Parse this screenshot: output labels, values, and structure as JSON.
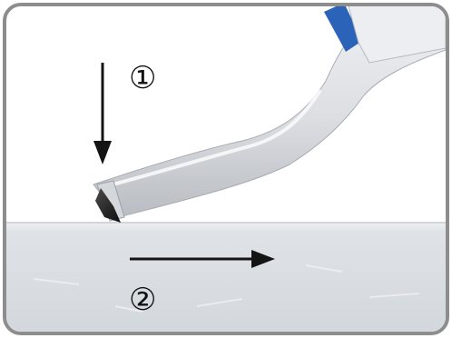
{
  "steps": [
    {
      "label": "①",
      "direction": "down"
    },
    {
      "label": "②",
      "direction": "right"
    }
  ],
  "colors": {
    "frame_border": "#8d8d8d",
    "surface": "#dfe3e7",
    "tool_body": "#e4e6ea",
    "tool_band": "#2a63b8",
    "tip": "#1c1c1c",
    "arrow": "#141414"
  },
  "icons": {
    "arrow_1": "arrow-down-icon",
    "arrow_2": "arrow-right-icon"
  }
}
